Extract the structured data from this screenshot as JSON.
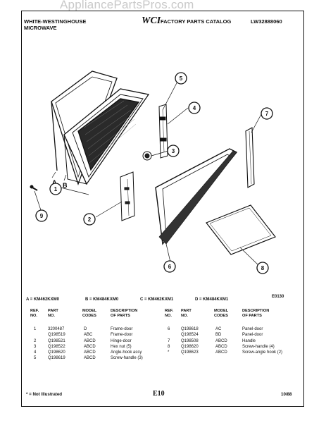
{
  "watermark": "AppliancePartsPros.com",
  "header": {
    "left_line1": "WHITE-WESTINGHOUSE",
    "left_line2": "MICROWAVE",
    "logo": "WCI",
    "center": "FACTORY PARTS CATALOG",
    "right": "LW32888060"
  },
  "diagram": {
    "callouts": [
      "1",
      "2",
      "3",
      "4",
      "5",
      "6",
      "7",
      "8",
      "9"
    ],
    "letter_a": "A",
    "letter_b": "B"
  },
  "models": {
    "a": "A = KM462KXM0",
    "b": "B = KM484KXM0",
    "c": "C = KM462KXM1",
    "d": "D = KM484KXM1",
    "code": "E0130"
  },
  "table_headers": {
    "ref": "REF.",
    "no": "NO.",
    "part": "PART",
    "part_no": "NO.",
    "model": "MODEL",
    "codes": "CODES",
    "desc": "DESCRIPTION",
    "of_parts": "OF PARTS"
  },
  "parts_left": {
    "refs": [
      "1",
      "",
      "2",
      "3",
      "4",
      "5"
    ],
    "parts": [
      "3200487",
      "Q198519",
      "Q198521",
      "Q198522",
      "Q198620",
      "Q198619"
    ],
    "codes": [
      "D",
      "ABC",
      "ABCD",
      "ABCD",
      "ABCD",
      "ABCD"
    ],
    "descs": [
      "Frame-door",
      "Frame-door",
      "Hinge-door",
      "Hex nut (5)",
      "Angle-hook assy",
      "Screw-handle (3)"
    ]
  },
  "parts_right": {
    "refs": [
      "6",
      "",
      "7",
      "8",
      "*"
    ],
    "parts": [
      "Q198618",
      "Q198524",
      "Q198508",
      "Q198620",
      "Q198623"
    ],
    "codes": [
      "AC",
      "BD",
      "ABCD",
      "ABCD",
      "ABCD"
    ],
    "descs": [
      "Panel-door",
      "Panel-door",
      "Handle",
      "Screw-handle (4)",
      "Screw-angle hook (2)"
    ]
  },
  "footer": {
    "note": "* = Not Illustrated",
    "page": "E10",
    "date": "10/88"
  }
}
